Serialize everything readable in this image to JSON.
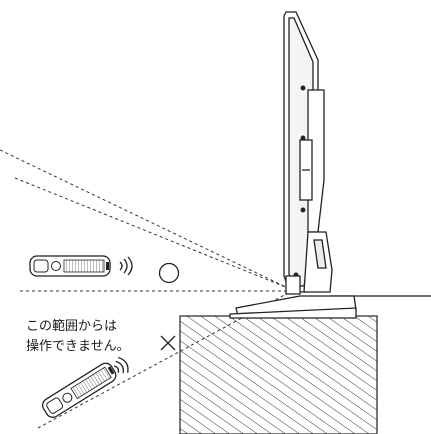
{
  "caption": {
    "line1": "この範囲からは",
    "line2": "操作できません。"
  },
  "marks": {
    "ok": "circle",
    "ng": "cross"
  },
  "icons": [
    "tv-side-icon",
    "remote-control-icon",
    "signal-wave-icon",
    "circle-ok-icon",
    "cross-ng-icon"
  ]
}
